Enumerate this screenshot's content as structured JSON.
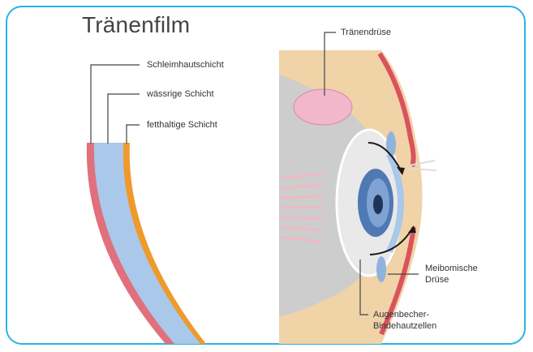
{
  "title": "Tränenfilm",
  "labels": {
    "mucus_layer": "Schleimhautschicht",
    "aqueous_layer": "wässrige Schicht",
    "lipid_layer": "fetthaltige Schicht",
    "lacrimal_gland": "Tränendrüse",
    "meibomian_gland_line1": "Meibomische",
    "meibomian_gland_line2": "Drüse",
    "goblet_cells_line1": "Augenbecher-",
    "goblet_cells_line2": "Bindehautzellen"
  },
  "colors": {
    "frame_border": "#2bb3e3",
    "mucus": "#e0707c",
    "aqueous": "#a9c8ea",
    "lipid": "#ee9a2c",
    "skin": "#f1d3a8",
    "gland": "#f1b7cb",
    "iris": "#4f79b3"
  }
}
